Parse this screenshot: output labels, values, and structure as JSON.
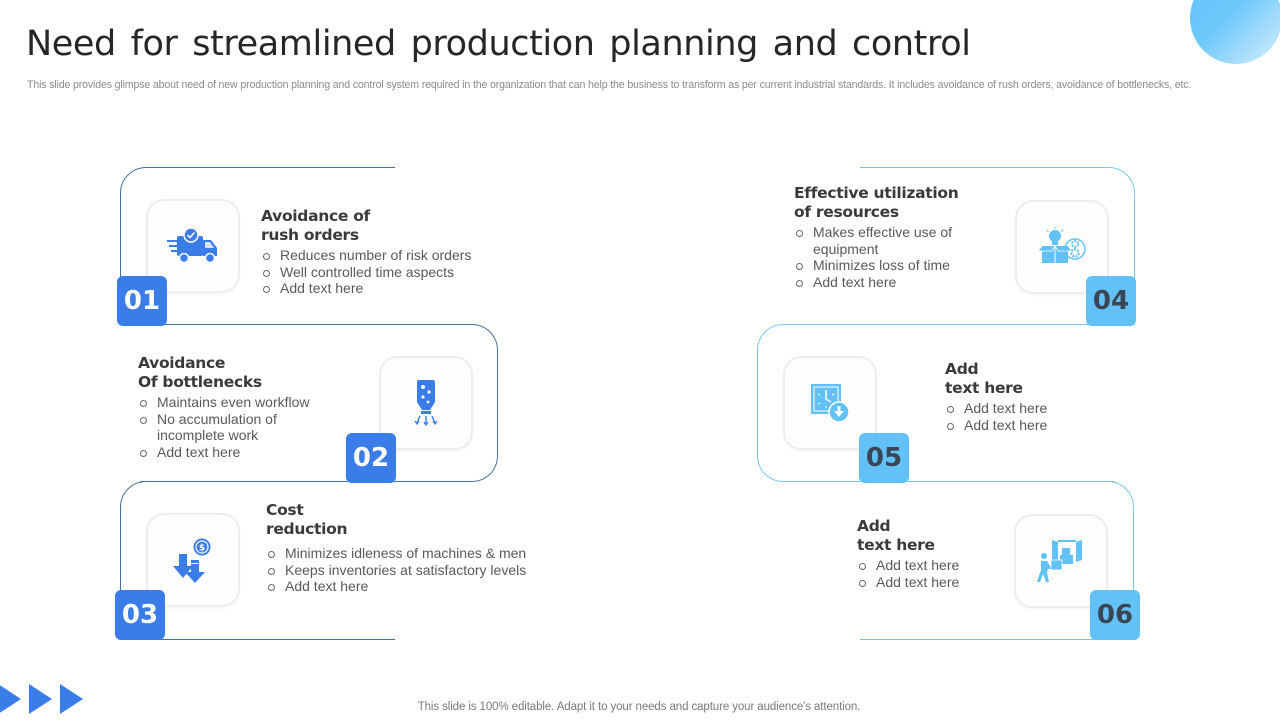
{
  "slide": {
    "title": "Need for streamlined production planning and control",
    "subtitle": "This slide provides glimpse about need of new production planning and control system required in the organization that can help the business to transform as per current industrial  standards. It includes avoidance of rush orders, avoidance of bottlenecks, etc.",
    "footer": "This slide is 100% editable. Adapt it to your needs and capture your audience's attention."
  },
  "colors": {
    "accent_dark": "#3b7de8",
    "accent_light": "#62c1f7",
    "outline_dark": "#4a6f97",
    "outline_light": "#7cc6ec"
  },
  "items": [
    {
      "number": "01",
      "icon": "delivery-truck-icon",
      "heading": [
        "Avoidance of",
        "rush orders"
      ],
      "bullets": [
        "Reduces number of  risk orders",
        "Well controlled time aspects",
        "Add text here"
      ]
    },
    {
      "number": "02",
      "icon": "bottleneck-icon",
      "heading": [
        "Avoidance",
        "Of bottlenecks"
      ],
      "bullets": [
        "Maintains even workflow",
        "No accumulation of incomplete work",
        "Add text here"
      ]
    },
    {
      "number": "03",
      "icon": "cost-down-icon",
      "heading": [
        "Cost",
        "reduction"
      ],
      "bullets": [
        "Minimizes  idleness of machines & men",
        "Keeps inventories at satisfactory levels",
        "Add text here"
      ]
    },
    {
      "number": "04",
      "icon": "resource-box-icon",
      "heading": [
        "Effective utilization",
        "of resources"
      ],
      "bullets": [
        "Makes effective use of equipment",
        "Minimizes  loss of time",
        "Add text here"
      ]
    },
    {
      "number": "05",
      "icon": "clock-download-icon",
      "heading": [
        "Add",
        "text here"
      ],
      "bullets": [
        "Add text here",
        "Add text here"
      ]
    },
    {
      "number": "06",
      "icon": "warehouse-worker-icon",
      "heading": [
        "Add",
        "text here"
      ],
      "bullets": [
        "Add text here",
        "Add text here"
      ]
    }
  ]
}
